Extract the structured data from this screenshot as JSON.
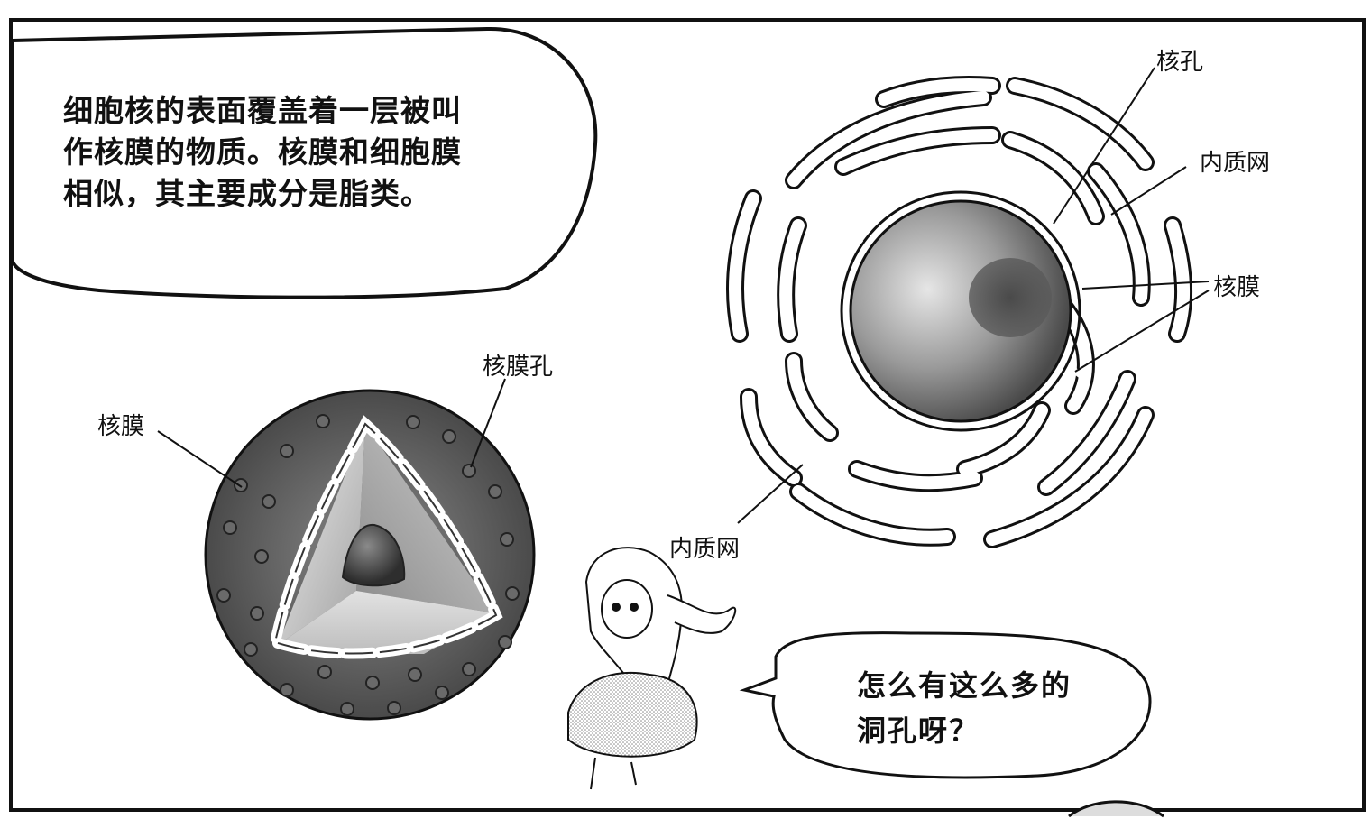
{
  "bubble_top": {
    "text": "细胞核的表面覆盖着一层被叫\n作核膜的物质。核膜和细胞膜\n相似，其主要成分是脂类。"
  },
  "bubble_girl": {
    "text": "怎么有这么多的\n洞孔呀？"
  },
  "left_diagram": {
    "label_membrane": "核膜",
    "label_pore": "核膜孔"
  },
  "right_diagram": {
    "label_pore": "核孔",
    "label_er_top": "内质网",
    "label_membrane": "核膜",
    "label_er_bottom": "内质网"
  },
  "colors": {
    "ink": "#111111",
    "paper": "#ffffff",
    "sphere_dark": "#555555",
    "sphere_light": "#d8d8d8"
  }
}
